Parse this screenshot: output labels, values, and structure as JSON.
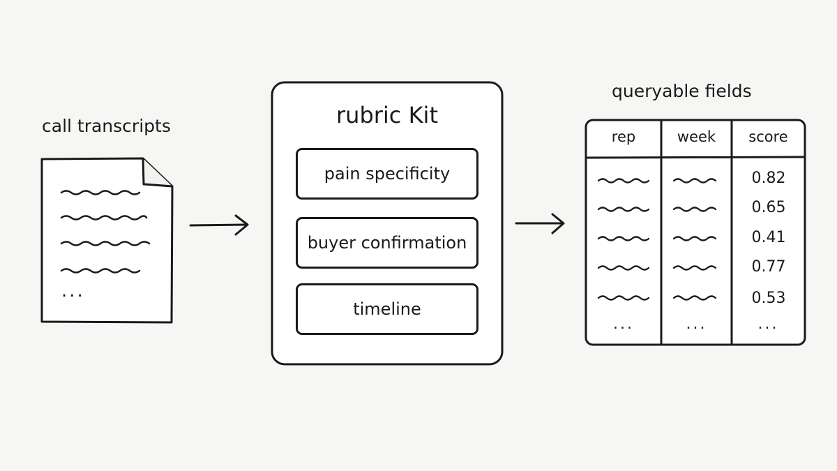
{
  "source": {
    "title": "call transcripts",
    "ellipsis": "..."
  },
  "kit": {
    "title": "rubric Kit",
    "items": [
      {
        "label": "pain specificity"
      },
      {
        "label": "buyer confirmation"
      },
      {
        "label": "timeline"
      }
    ]
  },
  "output": {
    "title": "queryable fields",
    "headers": [
      "rep",
      "week",
      "score"
    ],
    "scores": [
      "0.82",
      "0.65",
      "0.41",
      "0.77",
      "0.53"
    ],
    "ellipsis": "..."
  },
  "colors": {
    "ink": "#1a1a1a",
    "paper": "#ffffff",
    "background": "#f6f6f4"
  }
}
